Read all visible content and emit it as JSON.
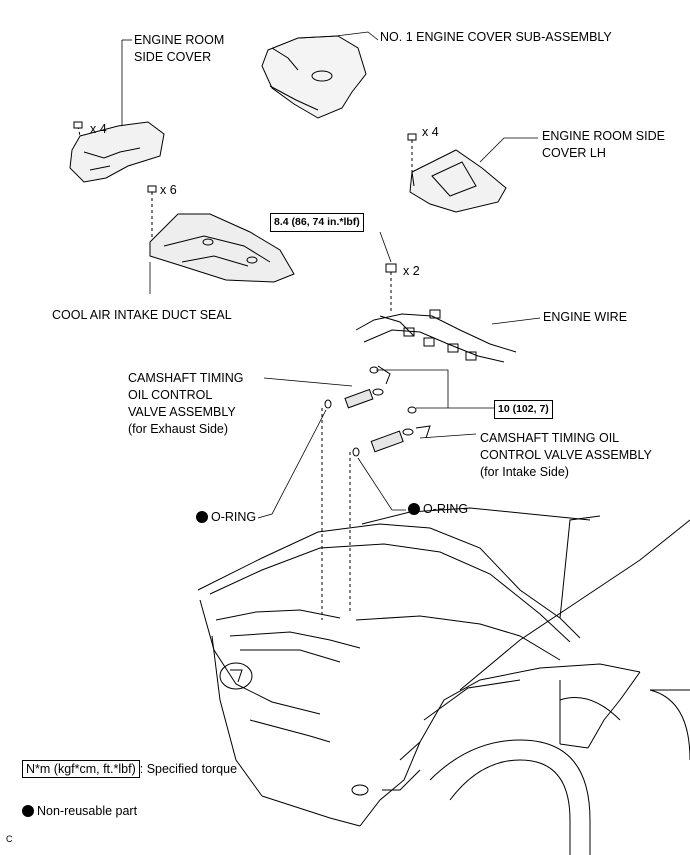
{
  "labels": {
    "engine_room_side_cover": [
      "ENGINE ROOM",
      "SIDE COVER"
    ],
    "no1_engine_cover": [
      "NO. 1 ENGINE COVER SUB-ASSEMBLY"
    ],
    "engine_room_side_cover_lh": [
      "ENGINE ROOM SIDE",
      "COVER LH"
    ],
    "cool_air_intake_duct_seal": [
      "COOL AIR INTAKE DUCT SEAL"
    ],
    "engine_wire": [
      "ENGINE WIRE"
    ],
    "camshaft_exhaust": [
      "CAMSHAFT TIMING",
      "OIL CONTROL",
      "VALVE ASSEMBLY",
      "(for Exhaust Side)"
    ],
    "camshaft_intake": [
      "CAMSHAFT TIMING OIL",
      "CONTROL VALVE ASSEMBLY",
      " (for Intake Side)"
    ],
    "o_ring_left": "O-RING",
    "o_ring_right": "O-RING"
  },
  "quantities": {
    "side_cover_bolts": "x 4",
    "duct_seal_bolts": "x 6",
    "side_cover_lh_bolts": "x 4",
    "engine_wire_nuts": "x 2"
  },
  "torques": {
    "engine_wire_nut": "8.4 (86, 74 in.*lbf)",
    "valve_bolt": "10 (102, 7)"
  },
  "legend": {
    "torque_unit": "N*m (kgf*cm, ft.*lbf)",
    "torque_desc": ": Specified torque",
    "non_reusable": "Non-reusable part"
  },
  "figure_code": "C"
}
